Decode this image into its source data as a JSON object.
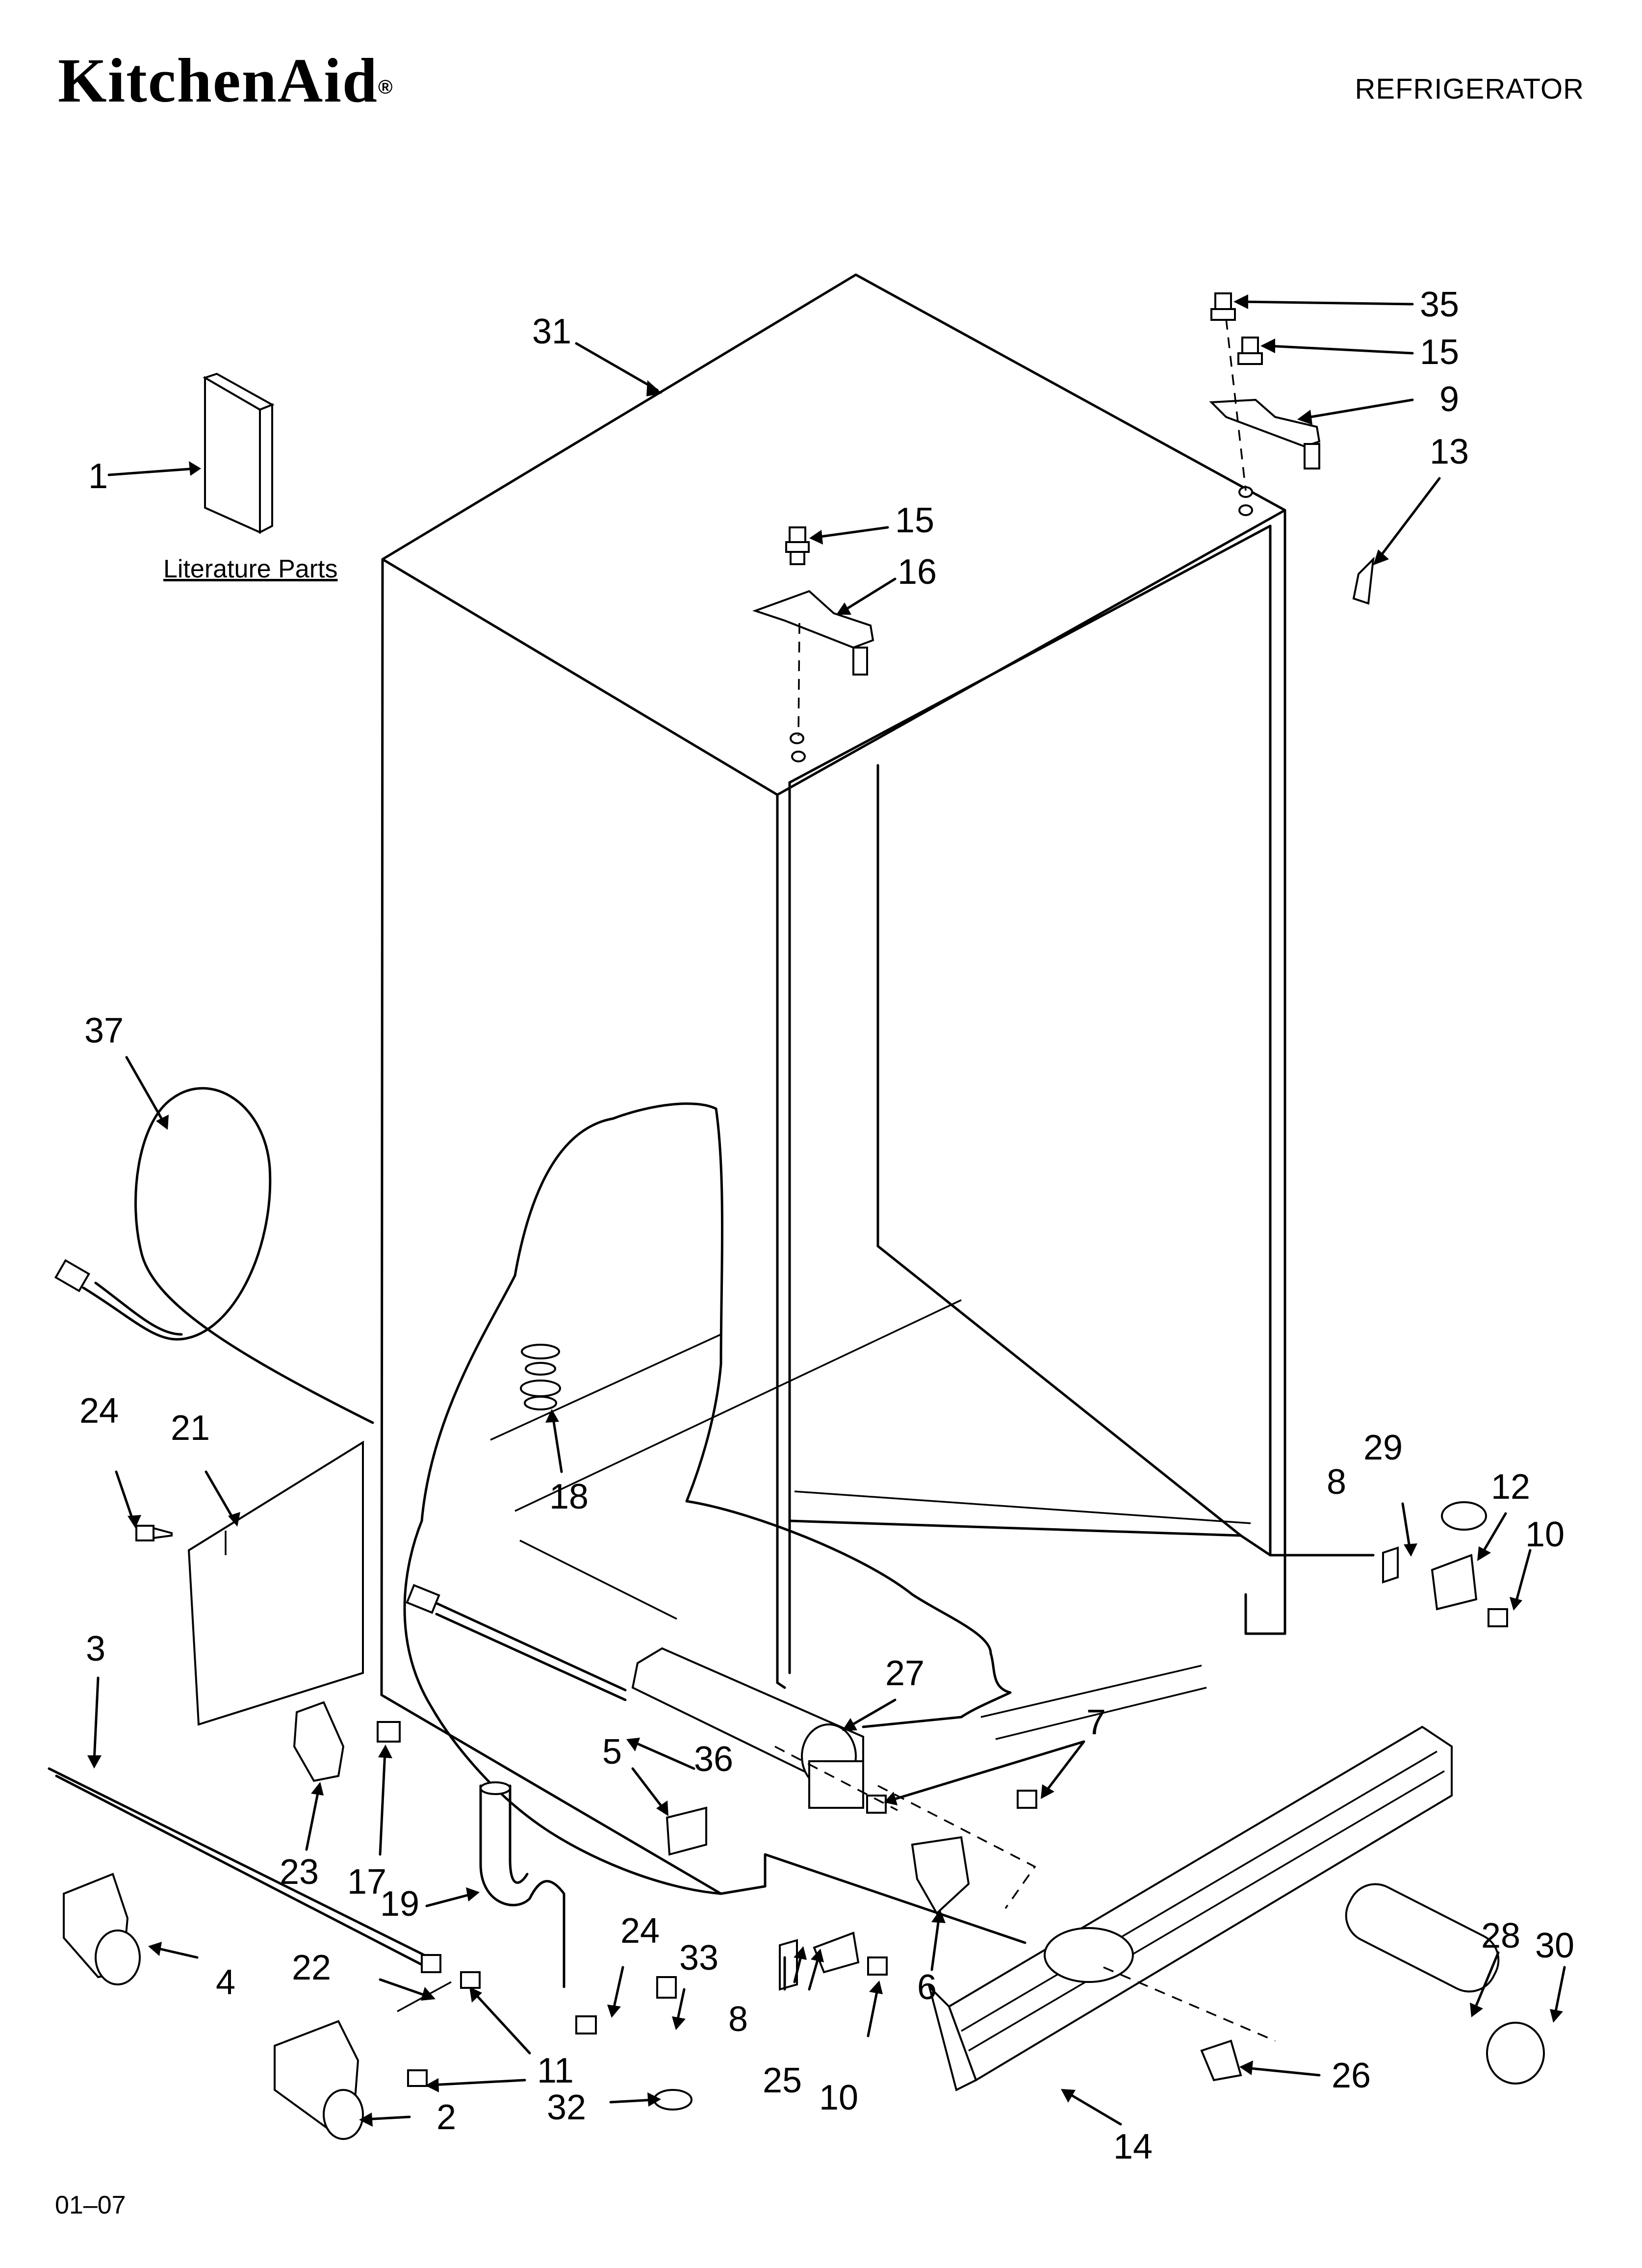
{
  "header": {
    "brand": "KitchenAid",
    "brand_mark": "®",
    "product": "REFRIGERATOR"
  },
  "literature_label": "Literature Parts",
  "footer_code": "01–07",
  "callouts": [
    "1",
    "31",
    "35",
    "15",
    "9",
    "13",
    "15",
    "16",
    "37",
    "24",
    "21",
    "18",
    "29",
    "8",
    "12",
    "10",
    "3",
    "27",
    "7",
    "5",
    "36",
    "23",
    "17",
    "19",
    "24",
    "33",
    "22",
    "4",
    "11",
    "2",
    "32",
    "8",
    "25",
    "10",
    "6",
    "28",
    "30",
    "14",
    "26"
  ]
}
